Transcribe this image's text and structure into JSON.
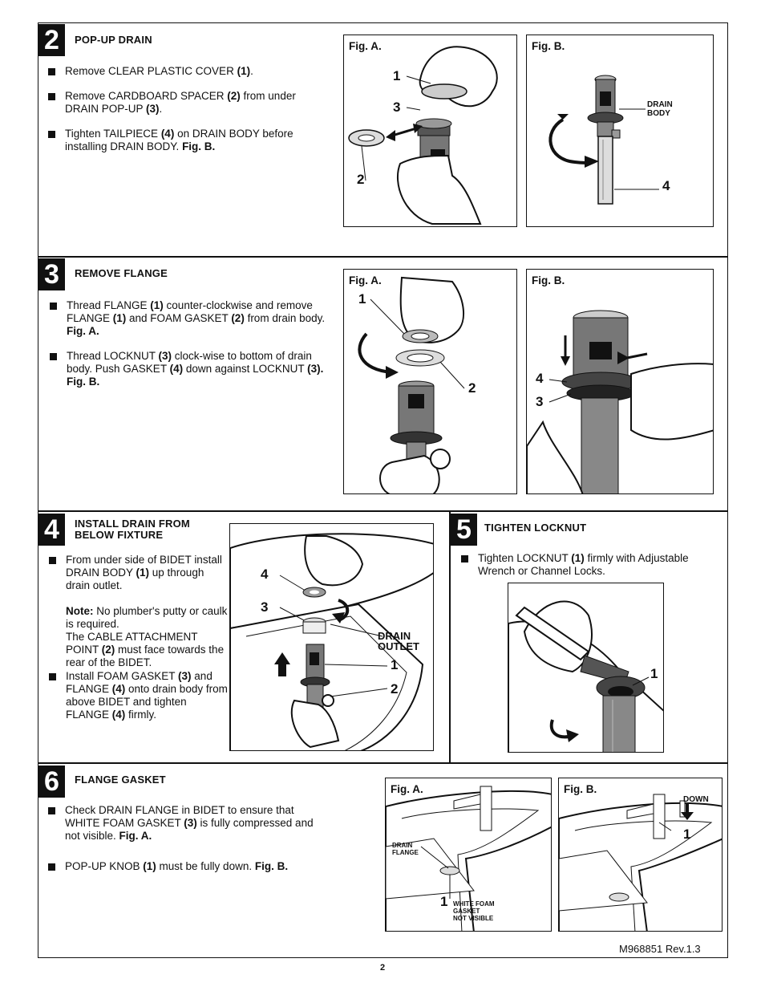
{
  "footer": {
    "doc_code": "M968851 Rev.1.3",
    "page_number": "2"
  },
  "steps": [
    {
      "number": "2",
      "title": "POP-UP DRAIN",
      "bullets": [
        [
          "Remove CLEAR PLASTIC COVER ",
          "(1)",
          "."
        ],
        [
          "Remove CARDBOARD SPACER ",
          "(2)",
          " from under DRAIN POP-UP ",
          "(3)",
          "."
        ],
        [
          "Tighten TAILPIECE ",
          "(4)",
          " on DRAIN BODY before installing DRAIN BODY. ",
          "Fig. B."
        ]
      ],
      "figA": {
        "label": "Fig. A.",
        "callouts": [
          "1",
          "3",
          "2"
        ]
      },
      "figB": {
        "label": "Fig. B.",
        "callouts": [
          "DRAIN",
          "BODY",
          "4"
        ]
      }
    },
    {
      "number": "3",
      "title": "REMOVE FLANGE",
      "bullets": [
        [
          "Thread FLANGE ",
          "(1)",
          " counter-clockwise and remove FLANGE ",
          "(1)",
          " and FOAM GASKET ",
          "(2)",
          " from drain body. ",
          "Fig. A."
        ],
        [
          "Thread LOCKNUT ",
          "(3)",
          " clock-wise to bottom of drain body. Push GASKET ",
          "(4)",
          " down against LOCKNUT ",
          "(3). Fig. B."
        ]
      ],
      "figA": {
        "label": "Fig. A.",
        "callouts": [
          "1",
          "2"
        ]
      },
      "figB": {
        "label": "Fig. B.",
        "callouts": [
          "4",
          "3"
        ]
      }
    },
    {
      "number": "4",
      "title_line1": "INSTALL DRAIN FROM",
      "title_line2": "BELOW FIXTURE",
      "bullet1": [
        "From under side of BIDET install DRAIN BODY ",
        "(1)",
        " up through drain outlet."
      ],
      "note_label": "Note:",
      "note_text1": " No plumber's putty or caulk is required.",
      "note_text2": "The CABLE ATTACHMENT POINT ",
      "note_bold": "(2)",
      "note_text3": " must face towards the rear of the BIDET.",
      "bullet2": [
        "Install FOAM GASKET ",
        "(3)",
        " and FLANGE ",
        "(4)",
        " onto drain body from above BIDET and tighten FLANGE ",
        "(4)",
        " firmly."
      ],
      "fig": {
        "callouts": [
          "4",
          "3",
          "1",
          "2"
        ],
        "outlet_line1": "DRAIN",
        "outlet_line2": "OUTLET"
      }
    },
    {
      "number": "5",
      "title": "TIGHTEN LOCKNUT",
      "bullets": [
        [
          "Tighten LOCKNUT ",
          "(1)",
          " firmly with Adjustable Wrench or Channel Locks."
        ]
      ],
      "fig": {
        "callouts": [
          "1"
        ]
      }
    },
    {
      "number": "6",
      "title": "FLANGE GASKET",
      "bullets": [
        [
          "Check DRAIN FLANGE in BIDET to ensure that WHITE FOAM GASKET ",
          "(3)",
          " is fully compressed and not visible. ",
          "Fig. A."
        ],
        [
          "POP-UP KNOB ",
          "(1)",
          " must be fully down. ",
          "Fig. B."
        ]
      ],
      "figA": {
        "label": "Fig. A.",
        "callouts": [
          "1"
        ],
        "flange_line1": "DRAIN",
        "flange_line2": "FLANGE",
        "gasket_line1": "WHITE FOAM",
        "gasket_line2": "GASKET",
        "gasket_line3": "NOT VISIBLE"
      },
      "figB": {
        "label": "Fig. B.",
        "callouts": [
          "1"
        ],
        "down_label": "DOWN"
      }
    }
  ]
}
